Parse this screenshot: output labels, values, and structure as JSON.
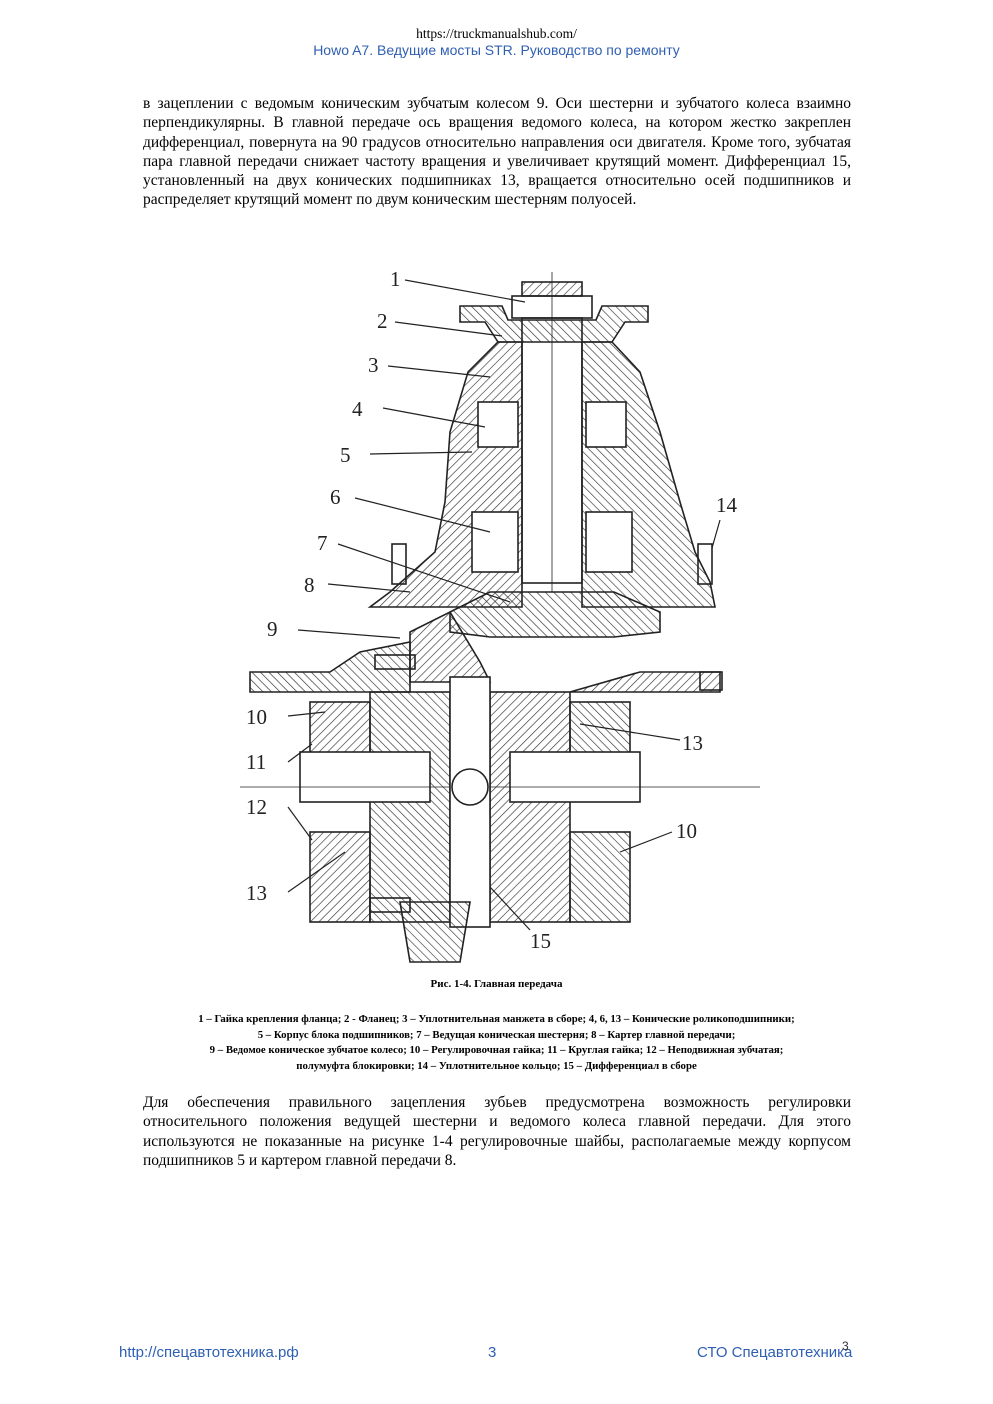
{
  "header": {
    "url": "https://truckmanualshub.com/",
    "title": "Howo A7. Ведущие мосты STR. Руководство по ремонту"
  },
  "body": {
    "paragraph_1": "в зацеплении с ведомым коническим зубчатым колесом 9. Оси шестерни и зубчатого колеса взаимно перпендикулярны. В главной передаче ось вращения ведомого колеса, на котором жестко закреплен дифференциал, повернута на 90 градусов относительно направления оси двигателя. Кроме того, зубчатая пара главной передачи снижает частоту вращения и увеличивает крутящий момент. Дифференциал 15, установленный на двух конических подшипниках 13, вращается относительно осей подшипников и распределяет крутящий момент по двум коническим шестерням полуосей.",
    "paragraph_2": "Для обеспечения правильного зацепления зубьев предусмотрена возможность регулировки относительного положения ведущей шестерни и ведомого колеса главной передачи. Для этого используются не показанные на рисунке 1-4 регулировочные шайбы, располагаемые между корпусом подшипников 5 и картером главной передачи 8."
  },
  "figure": {
    "callouts": {
      "c1": "1",
      "c2": "2",
      "c3": "3",
      "c4": "4",
      "c5": "5",
      "c6": "6",
      "c7": "7",
      "c8": "8",
      "c9": "9",
      "c10_left": "10",
      "c11": "11",
      "c12": "12",
      "c13_left": "13",
      "c14": "14",
      "c13_right": "13",
      "c10_right": "10",
      "c15": "15"
    },
    "caption": "Рис. 1-4. Главная передача",
    "legend": [
      "1 – Гайка крепления фланца; 2 - Фланец; 3 – Уплотнительная манжета в сборе; 4, 6, 13 – Конические роликоподшипники;",
      "5 – Корпус блока подшипников; 7 – Ведущая коническая шестерня; 8 – Картер главной передачи;",
      "9 – Ведомое коническое зубчатое колесо; 10 – Регулировочная гайка; 11 – Круглая гайка; 12 – Неподвижная зубчатая;",
      "полумуфта блокировки; 14 – Уплотнительное кольцо; 15 – Дифференциал в сборе"
    ]
  },
  "footer": {
    "left_link": "http://спецавтотехника.рф",
    "page_number": "3",
    "right_text": "СТО Спецавтотехника",
    "corner_number": "3"
  },
  "colors": {
    "header_blue": "#2f5fb3",
    "drawing": "#222222"
  }
}
